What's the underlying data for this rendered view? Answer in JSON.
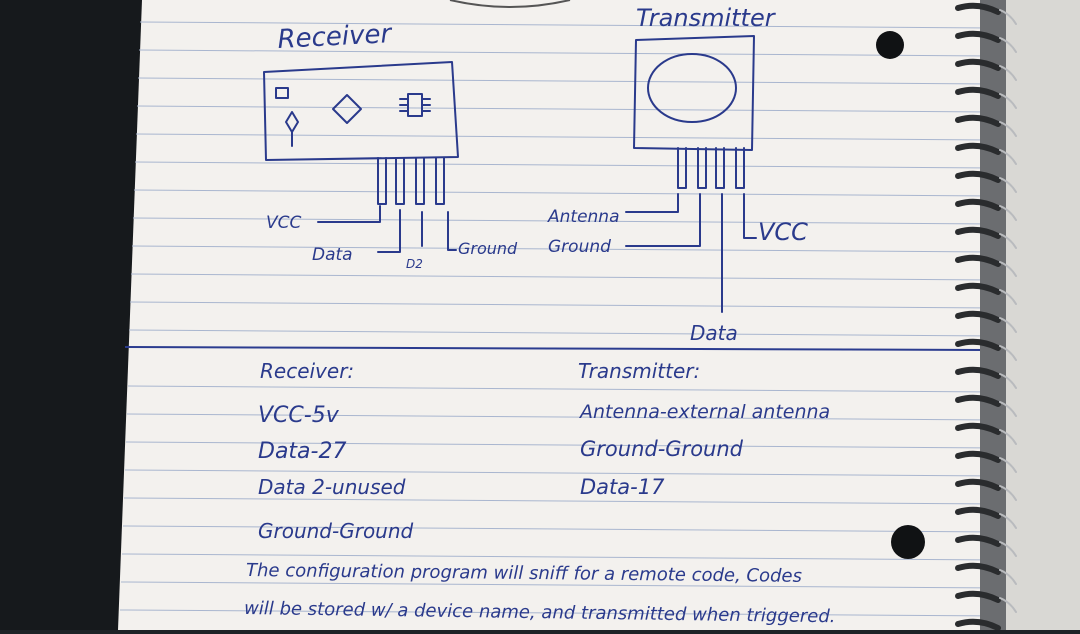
{
  "diagram": {
    "receiver_title": "Receiver",
    "transmitter_title": "Transmitter",
    "receiver_pins": {
      "vcc": "VCC",
      "data": "Data",
      "d2": "D2",
      "ground": "Ground"
    },
    "transmitter_pins": {
      "antenna": "Antenna",
      "ground": "Ground",
      "vcc": "VCC",
      "data": "Data"
    }
  },
  "notes": {
    "receiver_heading": "Receiver:",
    "receiver_lines": [
      "VCC-5v",
      "Data-27",
      "Data 2-unused"
    ],
    "receiver_ground": "Ground-Ground",
    "transmitter_heading": "Transmitter:",
    "transmitter_lines": [
      "Antenna-external antenna",
      "Ground-Ground",
      "Data-17"
    ],
    "footer_line1": "The configuration program will sniff for a remote code, Codes",
    "footer_line2": "will be stored w/ a device name, and transmitted when triggered."
  },
  "colors": {
    "ink": "#2a3a8c",
    "paper": "#f3f1ee",
    "rule_lines": "#9aa9c4",
    "margin_line": "#2b3c8f",
    "background": "#1d2226"
  }
}
